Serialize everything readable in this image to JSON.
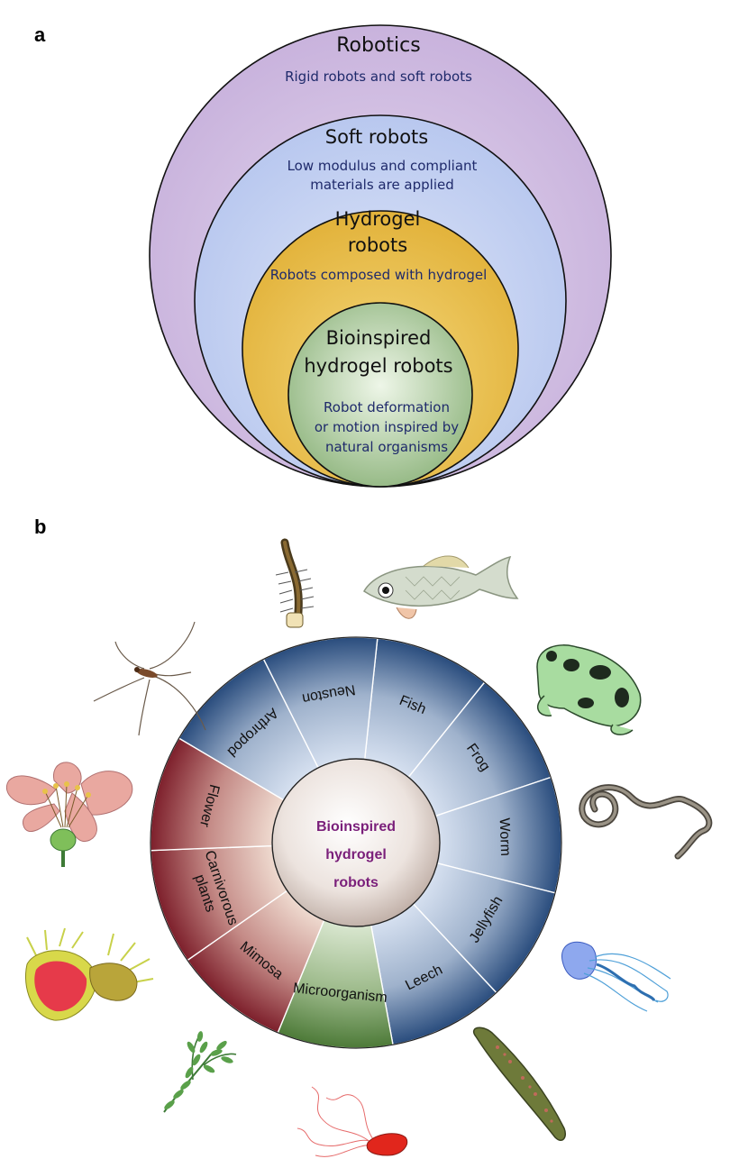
{
  "panels": {
    "a": "a",
    "b": "b"
  },
  "venn": {
    "robotics": {
      "title": "Robotics",
      "subtitle": "Rigid robots and soft robots",
      "color": "#cdb8df"
    },
    "soft": {
      "title": "Soft robots",
      "subtitle": [
        "Low modulus and compliant",
        "materials are applied"
      ],
      "color": "#bccbf0"
    },
    "hydrogel": {
      "title": [
        "Hydrogel",
        "robots"
      ],
      "subtitle": "Robots composed with hydrogel",
      "color": "#ebc24e"
    },
    "bio": {
      "title": [
        "Bioinspired",
        "hydrogel robots"
      ],
      "subtitle": [
        "Robot deformation",
        "or motion inspired by",
        "natural organisms"
      ],
      "color": "#b9d5a9"
    }
  },
  "wheel": {
    "center": [
      "Bioinspired",
      "hydrogel",
      "robots"
    ],
    "sectors": [
      "Fish",
      "Frog",
      "Worm",
      "Jellyfish",
      "Leech",
      "Microorganism",
      "Mimosa",
      "Carnivorous plants",
      "Flower",
      "Arthropod",
      "Neuston"
    ],
    "sector_colors": {
      "animal_light": "#dde7f5",
      "animal_dark": "#2c4f7e",
      "micro_light": "#cfe0c2",
      "micro_dark": "#4d7a3a",
      "plant_light": "#f3e3d6",
      "plant_dark": "#7c2430"
    }
  },
  "organisms": [
    "centipede-icon",
    "fish-icon",
    "frog-icon",
    "worm-icon",
    "jellyfish-icon",
    "leech-icon",
    "microorganism-icon",
    "mimosa-icon",
    "venus-flytrap-icon",
    "flower-icon",
    "water-strider-icon"
  ]
}
